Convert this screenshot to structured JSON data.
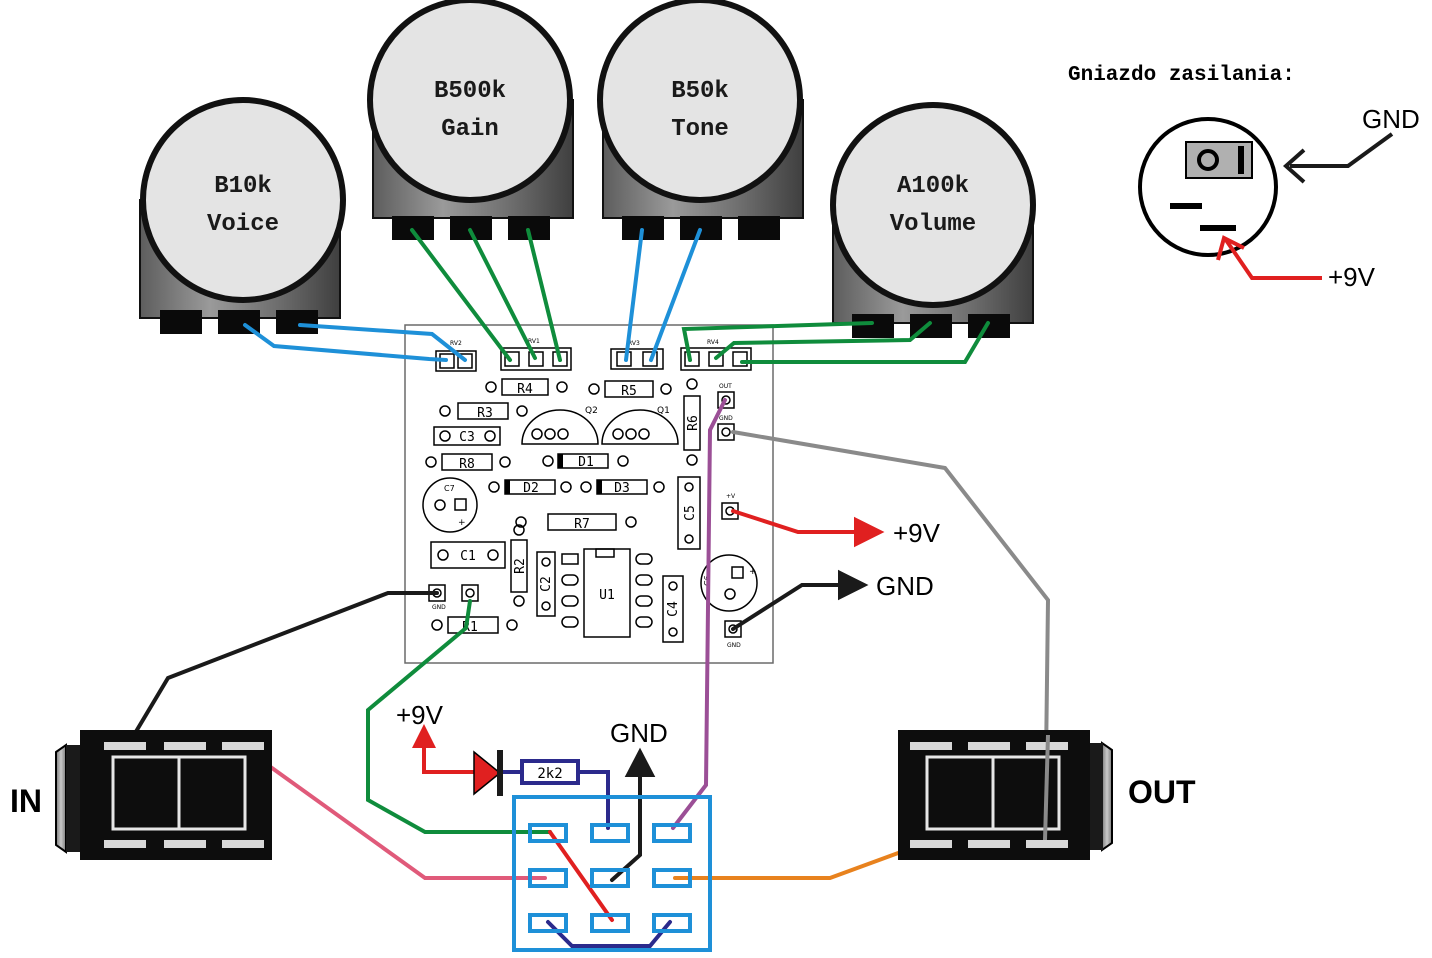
{
  "power_socket": {
    "title": "Gniazdo zasilania:",
    "gnd_label": "GND",
    "v9_label": "+9V"
  },
  "pots": [
    {
      "value": "B10k",
      "name": "Voice"
    },
    {
      "value": "B500k",
      "name": "Gain"
    },
    {
      "value": "B50k",
      "name": "Tone"
    },
    {
      "value": "A100k",
      "name": "Volume"
    }
  ],
  "pcb": {
    "connectors": [
      "RV2",
      "RV1",
      "RV3",
      "RV4"
    ],
    "resistors": [
      "R4",
      "R5",
      "R3",
      "R8",
      "R7",
      "R1",
      "R2",
      "R6"
    ],
    "diodes": [
      "D1",
      "D2",
      "D3"
    ],
    "capacitors": [
      "C3",
      "C1",
      "C2",
      "C4",
      "C5",
      "C6",
      "C7"
    ],
    "transistors": [
      "Q2",
      "Q1"
    ],
    "ic": "U1",
    "pads": {
      "out": "OUT",
      "gnd": "GND",
      "v_plus": "+V"
    }
  },
  "labels": {
    "v9_right": "+9V",
    "gnd_right": "GND",
    "v9_switch": "+9V",
    "gnd_switch": "GND",
    "resistor_2k2": "2k2",
    "jack_in": "IN",
    "jack_out": "OUT"
  },
  "colors": {
    "wire_blue": "#1e90d8",
    "wire_green": "#0f8c3c",
    "wire_red": "#e02020",
    "wire_black": "#1a1a1a",
    "wire_gray": "#8a8a8a",
    "wire_purple": "#9b4f96",
    "wire_pink": "#e05a7a",
    "wire_orange": "#e8821e",
    "wire_navy": "#2b2a8c",
    "switch_blue": "#1e90d8"
  }
}
